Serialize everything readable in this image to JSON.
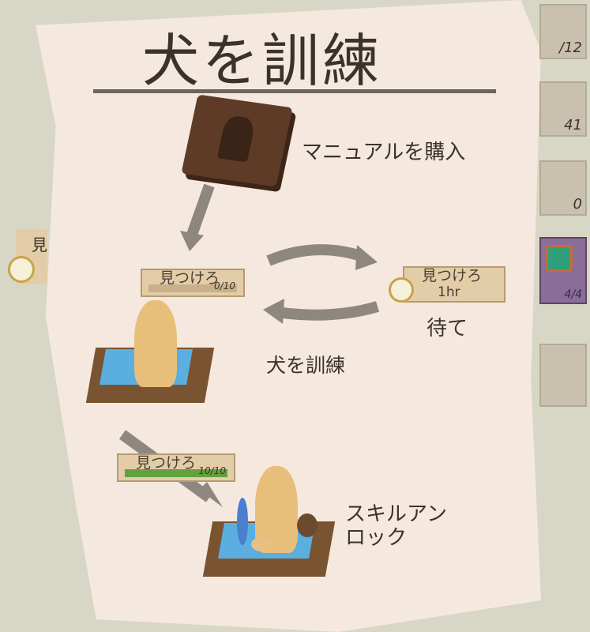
{
  "title": "犬を訓練",
  "steps": {
    "buy_manual": "マニュアルを購入",
    "train_dog": "犬を訓練",
    "wait": "待て",
    "skill_unlock": "スキルアン\nロック"
  },
  "tags": {
    "find_start": {
      "label": "見つけろ",
      "count": "0/10",
      "progress": 0
    },
    "find_wait": {
      "label": "見つけろ",
      "time": "1hr"
    },
    "find_done": {
      "label": "見つけろ",
      "count": "10/10",
      "progress": 1
    }
  },
  "left_partial": {
    "label": "見"
  },
  "side_counts": [
    "/12",
    "41",
    "0",
    "4/4"
  ],
  "colors": {
    "paper": "#f5e8de",
    "progress": "#63a040",
    "arrow": "#8e8780",
    "purple": "#8a6d98"
  }
}
